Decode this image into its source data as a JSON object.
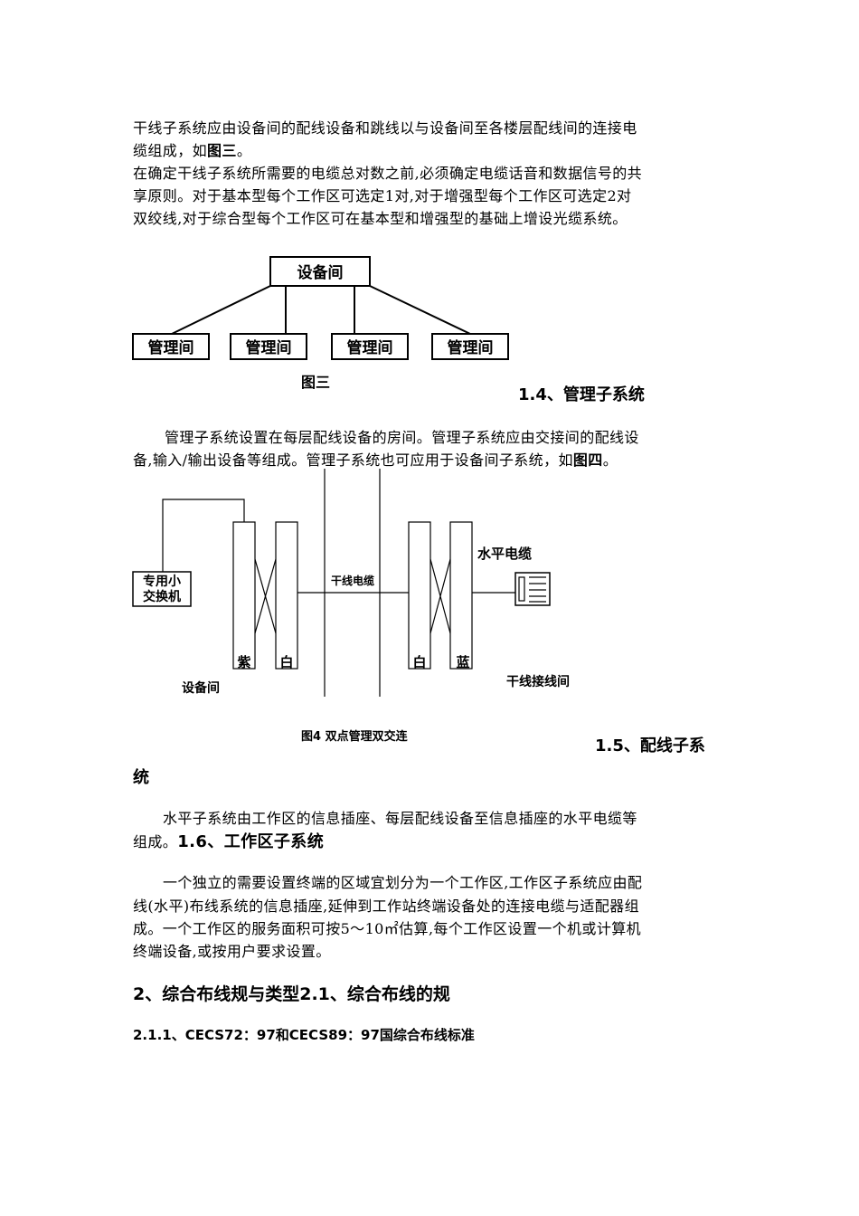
{
  "para1": {
    "line1": "干线子系统应由设备间的配线设备和跳线以与设备间至各楼层配线间的连接电",
    "line2_pre": "缆组成，如",
    "line2_bold": "图三",
    "line2_post": "。",
    "line3": "在确定干线子系统所需要的电缆总对数之前,必须确定电缆话音和数据信号的共",
    "line4": "享原则。对于基本型每个工作区可选定1对,对于增强型每个工作区可选定2对",
    "line5": "双绞线,对于综合型每个工作区可在基本型和增强型的基础上增设光缆系统。"
  },
  "fig3": {
    "top_box": "设备间",
    "boxes": [
      "管理间",
      "管理间",
      "管理间",
      "管理间"
    ],
    "caption": "图三"
  },
  "sec14": {
    "title": "1.4、管理子系统"
  },
  "para2": {
    "line1": "管理子系统设置在每层配线设备的房间。管理子系统应由交接间的配线设",
    "line2_pre": "备,输入/输出设备等组成。管理子系统也可应用于设备间子系统，如",
    "line2_bold": "图四",
    "line2_post": "。"
  },
  "fig4": {
    "pbx_line1": "专用小",
    "pbx_line2": "交换机",
    "trunk_cable": "干线电缆",
    "horizontal_cable": "水平电缆",
    "purple": "紫",
    "white_left": "白",
    "white_right": "白",
    "blue": "蓝",
    "equipment_room": "设备间",
    "trunk_room": "干线接线间",
    "caption": "图4 双点管理双交连"
  },
  "sec15": {
    "title_part1": "1.5、配线子系",
    "title_part2": "统"
  },
  "para3": {
    "line1": "水平子系统由工作区的信息插座、每层配线设备至信息插座的水平电缆等",
    "line2_pre": "组成。",
    "line2_heading": "1.6、工作区子系统"
  },
  "para4": {
    "line1": "一个独立的需要设置终端的区域宜划分为一个工作区,工作区子系统应由配",
    "line2": "线(水平)布线系统的信息插座,延伸到工作站终端设备处的连接电缆与适配器组",
    "line3": "成。一个工作区的服务面积可按5～10㎡估算,每个工作区设置一个机或计算机",
    "line4": "终端设备,或按用户要求设置。"
  },
  "sec2": {
    "title": "2、综合布线规与类型2.1、综合布线的规"
  },
  "sec211": {
    "title": "2.1.1、CECS72：97和CECS89：97国综合布线标准"
  }
}
